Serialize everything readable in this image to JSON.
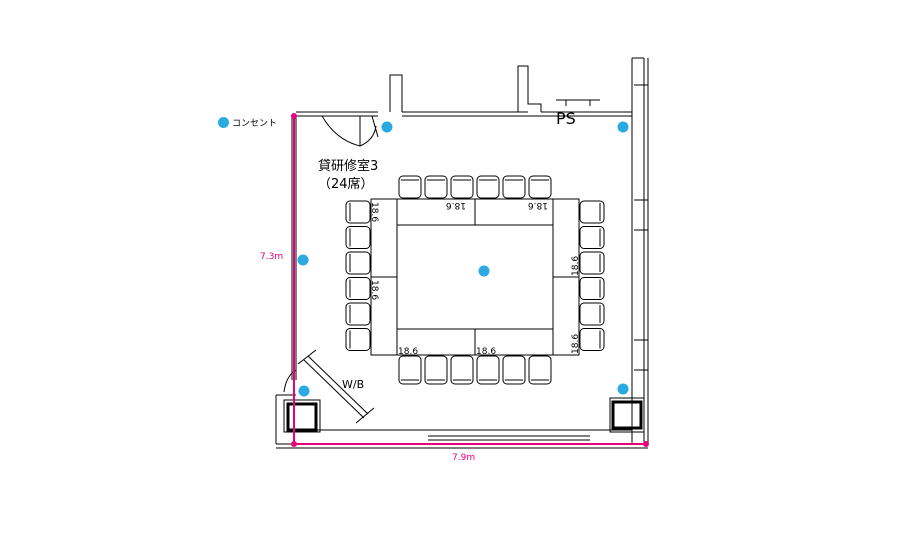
{
  "legend": {
    "label": "コンセント",
    "icon": "outlet-dot-icon",
    "color": "#29abe2"
  },
  "room": {
    "name": "貸研修室3",
    "capacity": "（24席）"
  },
  "labels": {
    "ps": "PS",
    "whiteboard": "W/B",
    "height_dim": "7.3m",
    "width_dim": "7.9m",
    "table_dim": "18.6"
  },
  "colors": {
    "dimension": "#e6007e",
    "outlet": "#29abe2",
    "line": "#000000"
  }
}
